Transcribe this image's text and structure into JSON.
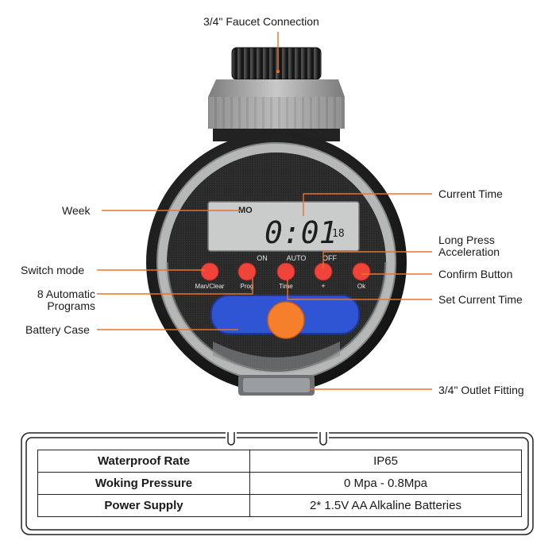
{
  "callouts": {
    "faucet_connection": "3/4\" Faucet Connection",
    "week": "Week",
    "current_time": "Current Time",
    "long_press_line1": "Long Press",
    "long_press_line2": "Acceleration",
    "switch_mode": "Switch mode",
    "confirm_button": "Confirm Button",
    "auto_programs_line1": "8 Automatic",
    "auto_programs_line2": "Programs",
    "set_current_time": "Set Current Time",
    "battery_case": "Battery Case",
    "outlet_fitting": "3/4\" Outlet Fitting"
  },
  "display": {
    "day": "MO",
    "time": "0:01",
    "seconds": "18"
  },
  "mode_labels": {
    "on": "ON",
    "auto": "AUTO",
    "off": "OFF"
  },
  "buttons": [
    {
      "label": "Man/Clear"
    },
    {
      "label": "Prog"
    },
    {
      "label": "Time"
    },
    {
      "label": "+"
    },
    {
      "label": "Ok"
    }
  ],
  "specs": [
    {
      "key": "Waterproof Rate",
      "value": "IP65"
    },
    {
      "key": "Woking Pressure",
      "value": "0 Mpa - 0.8Mpa"
    },
    {
      "key": "Power Supply",
      "value": "2* 1.5V AA Alkaline Batteries"
    }
  ],
  "colors": {
    "leader_line": "#e8722c",
    "button_red": "#f0443a",
    "battery_blue": "#2f55d4",
    "knob_orange": "#f57f2a",
    "lcd": "#c9cccb"
  }
}
